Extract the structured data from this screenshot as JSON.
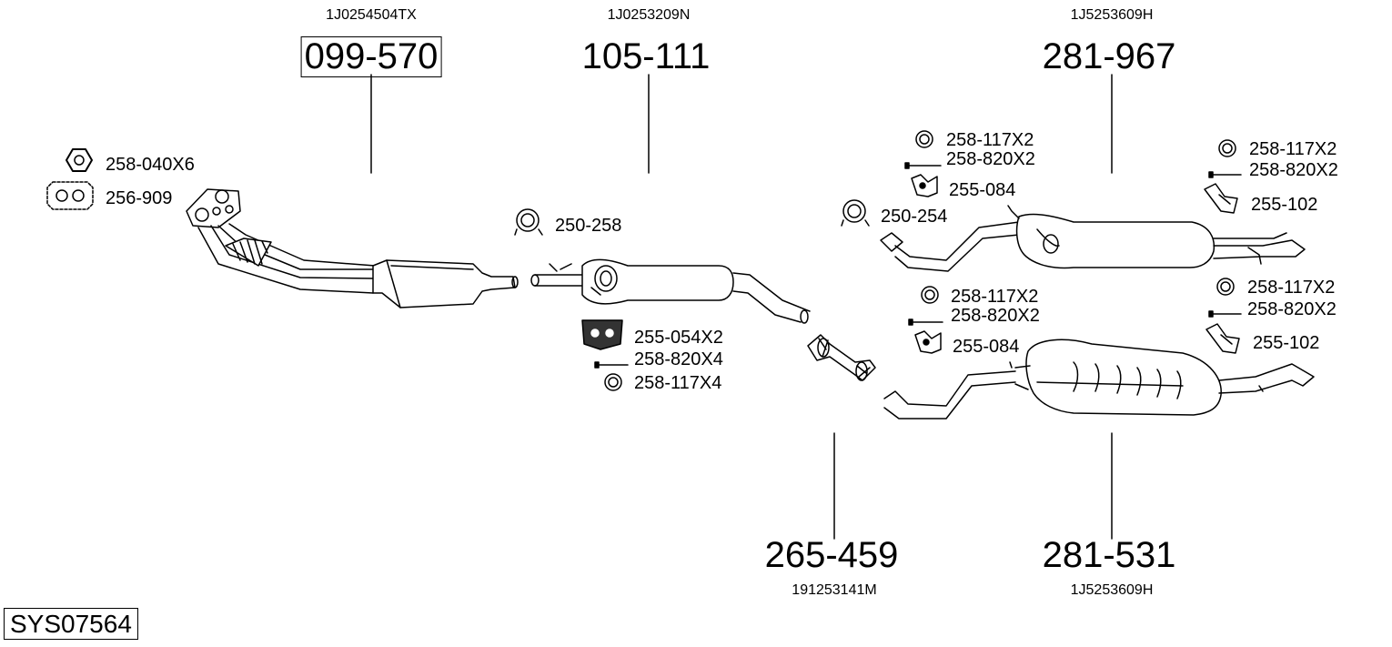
{
  "diagram_id": "SYS07564",
  "parts": [
    {
      "part_no": "099-570",
      "oe_no": "1J0254504TX",
      "boxed": true
    },
    {
      "part_no": "105-111",
      "oe_no": "1J0253209N"
    },
    {
      "part_no": "281-967",
      "oe_no": "1J5253609H"
    },
    {
      "part_no": "265-459",
      "oe_no": "191253141M"
    },
    {
      "part_no": "281-531",
      "oe_no": "1J5253609H"
    }
  ],
  "accessories": [
    {
      "label": "258-040X6",
      "icon": "nut-icon"
    },
    {
      "label": "256-909",
      "icon": "flange-gasket-icon"
    },
    {
      "label": "250-258",
      "icon": "clamp-icon"
    },
    {
      "label": "255-054X2",
      "icon": "rubber-mount-icon"
    },
    {
      "label": "258-820X4",
      "icon": "bolt-icon"
    },
    {
      "label": "258-117X4",
      "icon": "washer-icon"
    },
    {
      "label": "258-117X2",
      "icon": "washer-icon"
    },
    {
      "label": "258-820X2",
      "icon": "bolt-icon"
    },
    {
      "label": "255-084",
      "icon": "hanger-icon"
    },
    {
      "label": "250-254",
      "icon": "clamp-icon"
    },
    {
      "label": "258-117X2",
      "icon": "washer-icon"
    },
    {
      "label": "258-820X2",
      "icon": "bolt-icon"
    },
    {
      "label": "255-102",
      "icon": "hanger-bracket-icon"
    },
    {
      "label": "258-117X2",
      "icon": "washer-icon"
    },
    {
      "label": "258-820X2",
      "icon": "bolt-icon"
    },
    {
      "label": "255-084",
      "icon": "hanger-icon"
    },
    {
      "label": "258-117X2",
      "icon": "washer-icon"
    },
    {
      "label": "258-820X2",
      "icon": "bolt-icon"
    },
    {
      "label": "255-102",
      "icon": "hanger-bracket-icon"
    }
  ]
}
